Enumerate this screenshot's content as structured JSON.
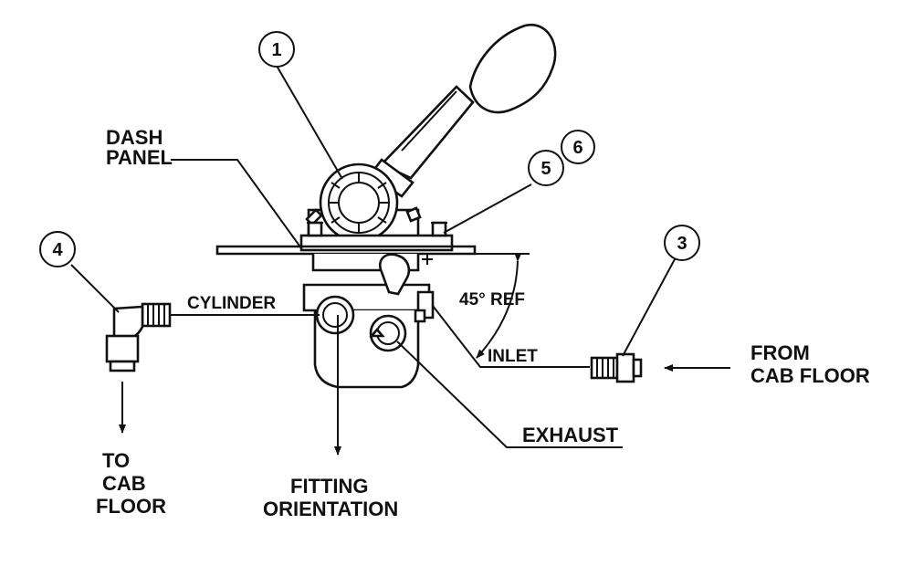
{
  "callouts": {
    "c1": "1",
    "c3": "3",
    "c4": "4",
    "c5": "5",
    "c6": "6"
  },
  "labels": {
    "dash_line1": "DASH",
    "dash_line2": "PANEL",
    "cylinder": "CYLINDER",
    "angle": "45° REF",
    "inlet": "INLET",
    "exhaust": "EXHAUST",
    "from_line1": "FROM",
    "from_line2": "CAB FLOOR",
    "to_line1": "TO",
    "to_line2": "CAB",
    "to_line3": "FLOOR",
    "fitting_line1": "FITTING",
    "fitting_line2": "ORIENTATION"
  }
}
